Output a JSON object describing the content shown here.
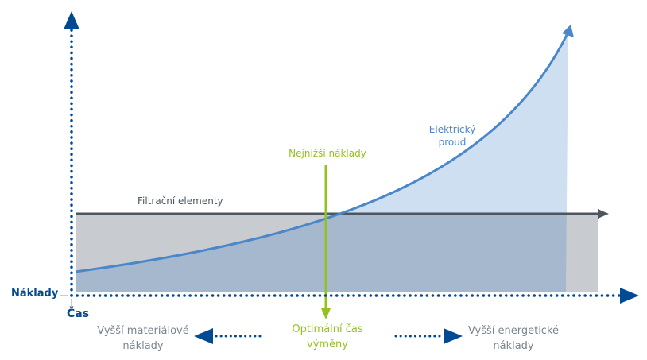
{
  "labels": {
    "y_axis": "Čas",
    "x_axis": "Náklady",
    "filter": "Filtrační elementy",
    "electric_line1": "Elektrický",
    "electric_line2": "proud",
    "lowest": "Nejnižší náklady",
    "optimal_line1": "Optimální čas",
    "optimal_line2": "výměny",
    "left_line1": "Vyšší materiálové",
    "left_line2": "náklady",
    "right_line1": "Vyšší energetické",
    "right_line2": "náklady"
  },
  "colors": {
    "axis": "#004a93",
    "curve": "#4a87c9",
    "curve_fill": "#cddff0",
    "overlap_fill": "#a5b8cd",
    "filter_fill": "#c8cbcf",
    "filter_arrow": "#4b5660",
    "green": "#95c11f",
    "gray_text": "#7a8590"
  }
}
